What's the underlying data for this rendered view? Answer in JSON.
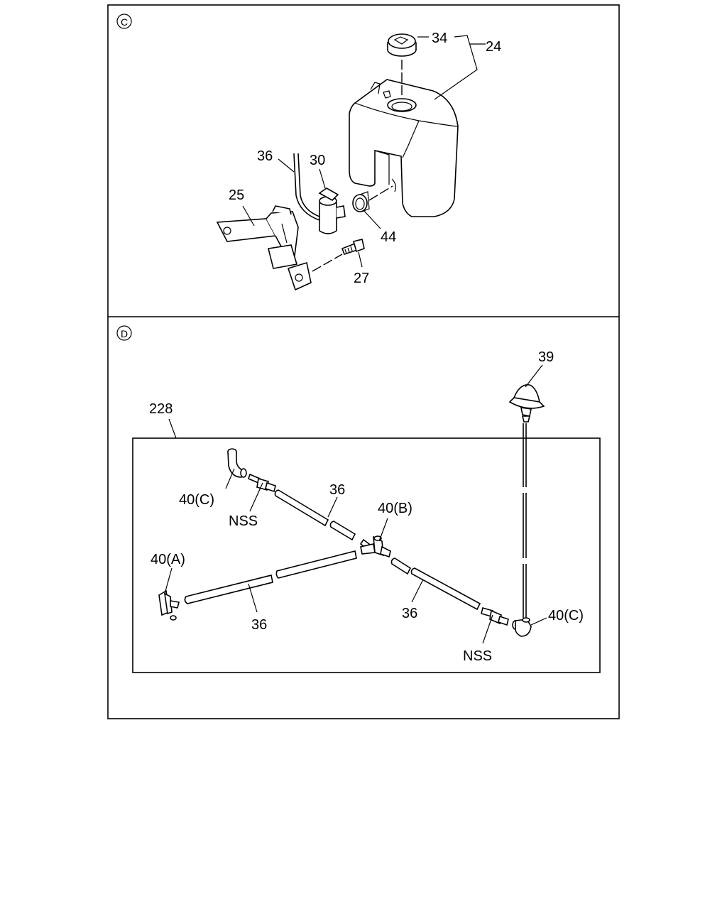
{
  "sections": [
    {
      "id": "C",
      "marker": "C"
    },
    {
      "id": "D",
      "marker": "D"
    }
  ],
  "callouts": {
    "c34": "34",
    "c24": "24",
    "c36_top": "36",
    "c30": "30",
    "c25": "25",
    "c44": "44",
    "c27": "27",
    "c39": "39",
    "c228": "228",
    "c40c_top": "40(C)",
    "cnss_top": "NSS",
    "c36_mid": "36",
    "c40b": "40(B)",
    "c40a": "40(A)",
    "c36_left": "36",
    "c36_right": "36",
    "c40c_bottom": "40(C)",
    "cnss_bottom": "NSS"
  }
}
